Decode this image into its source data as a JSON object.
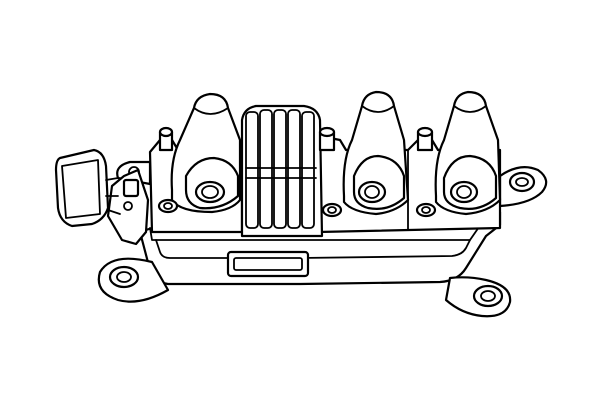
{
  "figure": {
    "subject": "ignition-coil-pack",
    "style": "black line art on white",
    "colors": {
      "stroke": "#000000",
      "background": "#ffffff"
    },
    "components": {
      "coil_towers": 3,
      "connector_plug": 1,
      "mounting_ears": 4,
      "heat_sink_fins": 5,
      "label_plate": 1
    }
  }
}
